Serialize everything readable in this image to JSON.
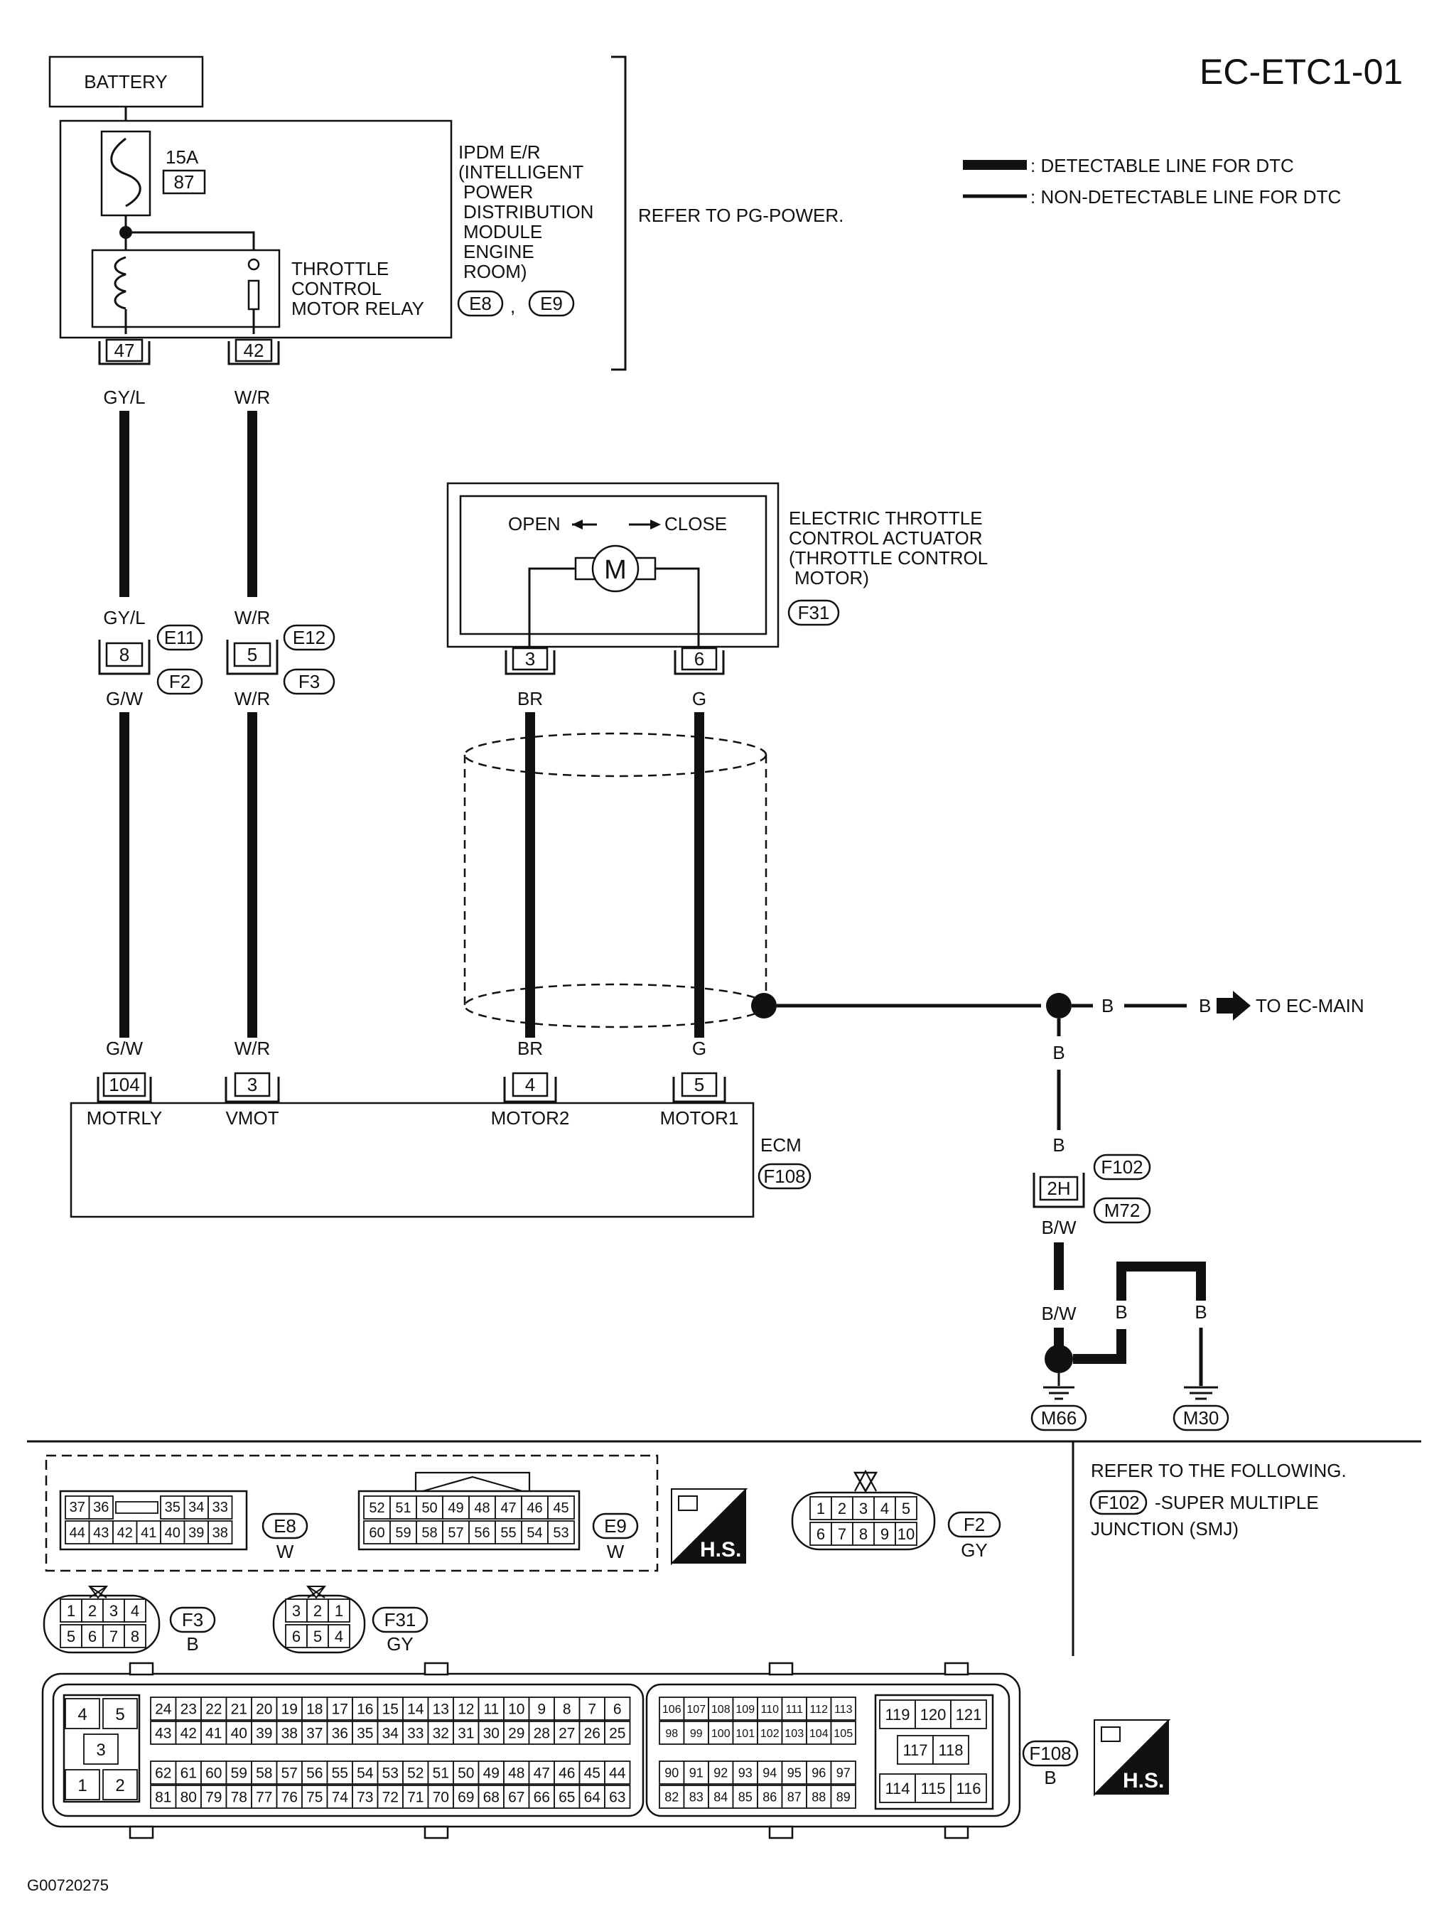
{
  "diagram": {
    "page_id": "EC-ETC1-01",
    "figure_id": "G00720275",
    "legend": [
      {
        "style": "thick",
        "label": ": DETECTABLE LINE FOR DTC"
      },
      {
        "style": "thin",
        "label": ": NON-DETECTABLE LINE FOR DTC"
      }
    ],
    "battery": "BATTERY",
    "fuse": {
      "rating": "15A",
      "number": "87"
    },
    "ipdm": {
      "lines": [
        "IPDM E/R",
        "(INTELLIGENT",
        "POWER",
        "DISTRIBUTION",
        "MODULE",
        "ENGINE",
        "ROOM)"
      ],
      "connectors": [
        "E8",
        "E9"
      ],
      "separator": ",",
      "refer": "REFER TO PG-POWER."
    },
    "relay": {
      "lines": [
        "THROTTLE",
        "CONTROL",
        "MOTOR RELAY"
      ]
    },
    "ipdm_terminals": [
      "47",
      "42"
    ],
    "wire_colors": {
      "gy_l": "GY/L",
      "w_r": "W/R",
      "g_w": "G/W",
      "br": "BR",
      "g": "G",
      "b": "B",
      "b_w": "B/W"
    },
    "joint_left": {
      "pin": "8",
      "top": "E11",
      "bottom": "F2"
    },
    "joint_right": {
      "pin": "5",
      "top": "E12",
      "bottom": "F3"
    },
    "actuator": {
      "lines": [
        "ELECTRIC THROTTLE",
        "CONTROL ACTUATOR",
        "(THROTTLE CONTROL",
        "MOTOR)"
      ],
      "connector": "F31",
      "open": "OPEN",
      "close": "CLOSE",
      "motor": "M",
      "pins": [
        "3",
        "6"
      ]
    },
    "to_main": "TO EC-MAIN",
    "ecm": {
      "label": "ECM",
      "connector": "F108",
      "terminals": [
        {
          "pin": "104",
          "name": "MOTRLY"
        },
        {
          "pin": "3",
          "name": "VMOT"
        },
        {
          "pin": "4",
          "name": "MOTOR2"
        },
        {
          "pin": "5",
          "name": "MOTOR1"
        }
      ]
    },
    "smj": {
      "pin": "2H",
      "top": "F102",
      "bottom": "M72"
    },
    "grounds": [
      "M66",
      "M30"
    ],
    "refer_box": {
      "line1": "REFER TO THE FOLLOWING.",
      "conn": "F102",
      "line2": "-SUPER MULTIPLE",
      "line3": "JUNCTION (SMJ)"
    },
    "hs_label": "H.S.",
    "connector_views": {
      "e8": {
        "name": "E8",
        "color": "W",
        "row1": [
          "37",
          "36",
          "",
          "35",
          "34",
          "33"
        ],
        "row2": [
          "44",
          "43",
          "42",
          "41",
          "40",
          "39",
          "38"
        ]
      },
      "e9": {
        "name": "E9",
        "color": "W",
        "row1": [
          "52",
          "51",
          "50",
          "49",
          "48",
          "47",
          "46",
          "45"
        ],
        "row2": [
          "60",
          "59",
          "58",
          "57",
          "56",
          "55",
          "54",
          "53"
        ]
      },
      "f2": {
        "name": "F2",
        "color": "GY",
        "row1": [
          "1",
          "2",
          "3",
          "4",
          "5"
        ],
        "row2": [
          "6",
          "7",
          "8",
          "9",
          "10"
        ]
      },
      "f3": {
        "name": "F3",
        "color": "B",
        "row1": [
          "1",
          "2",
          "3",
          "4"
        ],
        "row2": [
          "5",
          "6",
          "7",
          "8"
        ]
      },
      "f31": {
        "name": "F31",
        "color": "GY",
        "row1": [
          "3",
          "2",
          "1"
        ],
        "row2": [
          "6",
          "5",
          "4"
        ]
      },
      "f108": {
        "name": "F108",
        "color": "B",
        "big": [
          "4",
          "5",
          "3",
          "1",
          "2"
        ],
        "rowA": [
          "24",
          "23",
          "22",
          "21",
          "20",
          "19",
          "18",
          "17",
          "16",
          "15",
          "14",
          "13",
          "12",
          "11",
          "10",
          "9",
          "8",
          "7",
          "6"
        ],
        "rowB": [
          "43",
          "42",
          "41",
          "40",
          "39",
          "38",
          "37",
          "36",
          "35",
          "34",
          "33",
          "32",
          "31",
          "30",
          "29",
          "28",
          "27",
          "26",
          "25"
        ],
        "rowC": [
          "62",
          "61",
          "60",
          "59",
          "58",
          "57",
          "56",
          "55",
          "54",
          "53",
          "52",
          "51",
          "50",
          "49",
          "48",
          "47",
          "46",
          "45",
          "44"
        ],
        "rowD": [
          "81",
          "80",
          "79",
          "78",
          "77",
          "76",
          "75",
          "74",
          "73",
          "72",
          "71",
          "70",
          "69",
          "68",
          "67",
          "66",
          "65",
          "64",
          "63"
        ],
        "midA": [
          "106",
          "107",
          "108",
          "109",
          "110",
          "111",
          "112",
          "113"
        ],
        "midB": [
          "98",
          "99",
          "100",
          "101",
          "102",
          "103",
          "104",
          "105"
        ],
        "midC": [
          "90",
          "91",
          "92",
          "93",
          "94",
          "95",
          "96",
          "97"
        ],
        "midD": [
          "82",
          "83",
          "84",
          "85",
          "86",
          "87",
          "88",
          "89"
        ],
        "rightA": [
          "119",
          "120",
          "121"
        ],
        "rightB": [
          "117",
          "118"
        ],
        "rightC": [
          "114",
          "115",
          "116"
        ]
      }
    }
  }
}
